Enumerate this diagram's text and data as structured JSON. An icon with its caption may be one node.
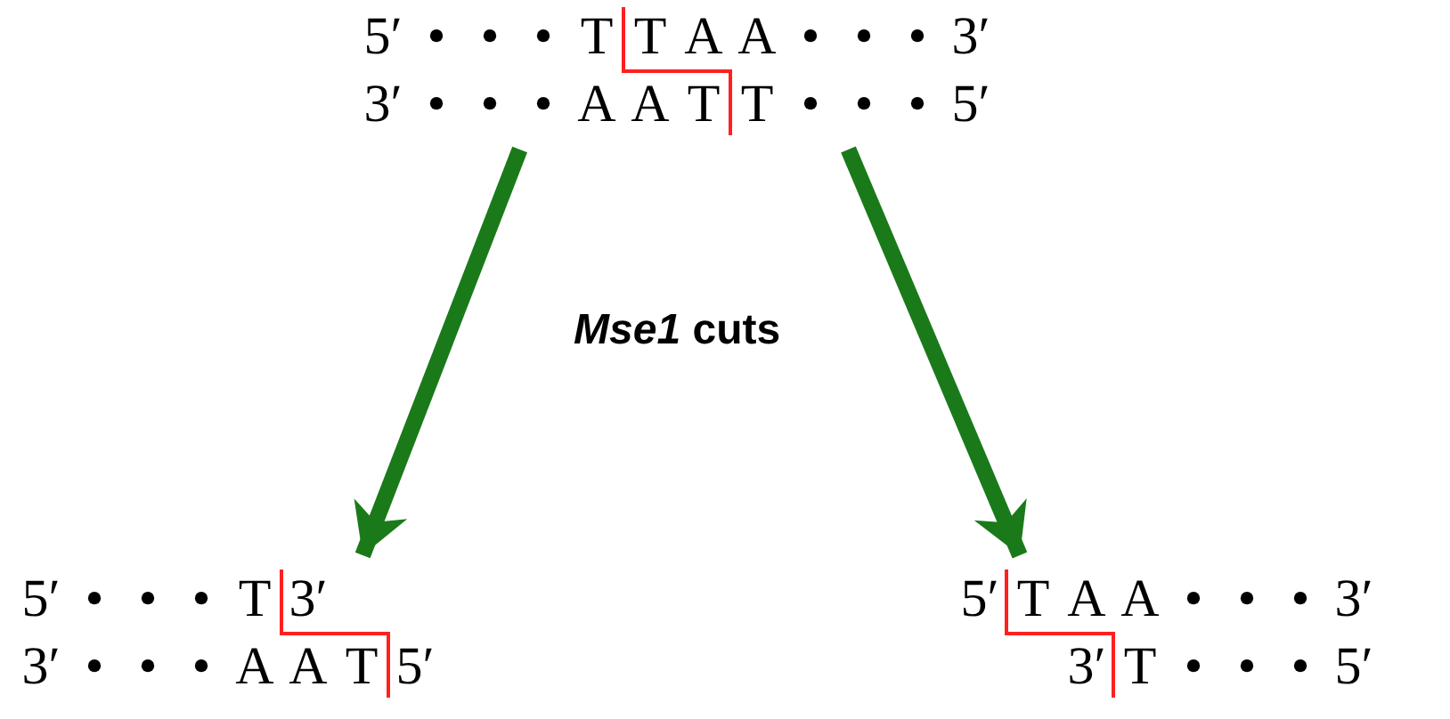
{
  "diagram": {
    "nodes": [
      {
        "text": [
          "5′ • • • T T A A • • • 3′",
          "3′ • • • A A T T • • • 5′"
        ]
      },
      {
        "text": [
          "5′ • • • T 3′",
          "3′ • • • A A T 5′"
        ]
      },
      {
        "text": [
          "5′ T A A • • • 3′",
          "3′ T • • • 5′"
        ]
      }
    ],
    "edges": [
      {
        "from": 0,
        "to": 1,
        "arrow": "to",
        "color": "#1a7a1a"
      },
      {
        "from": 0,
        "to": 2,
        "arrow": "to",
        "color": "#1a7a1a"
      }
    ],
    "labels": [
      "*Mse1* cuts"
    ]
  }
}
